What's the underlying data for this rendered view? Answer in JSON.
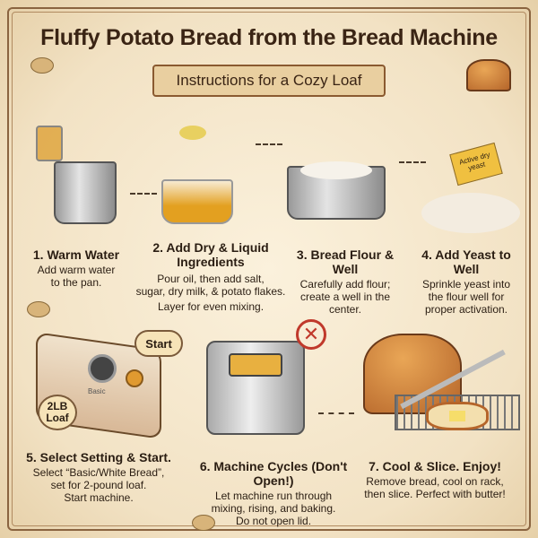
{
  "title": "Fluffy Potato Bread from the Bread Machine",
  "subtitle": "Instructions for a Cozy Loaf",
  "steps": [
    {
      "heading": "1. Warm Water",
      "text": [
        "Add warm water",
        "to the pan."
      ]
    },
    {
      "heading": "2. Add Dry & Liquid Ingredients",
      "text": [
        "Pour oil, then add salt,",
        "sugar, dry milk, & potato flakes.",
        "Layer for even mixing."
      ]
    },
    {
      "heading": "3. Bread Flour & Well",
      "text": [
        "Carefully add flour;",
        "create a well in the",
        "center."
      ]
    },
    {
      "heading": "4. Add Yeast to Well",
      "text": [
        "Sprinkle yeast into",
        "the flour well for",
        "proper activation."
      ]
    },
    {
      "heading": "5. Select Setting & Start.",
      "text": [
        "Select “Basic/White Bread”,",
        "set for 2-pound loaf.",
        "Start machine."
      ]
    },
    {
      "heading": "6. Machine Cycles (Don't Open!)",
      "text": [
        "Let machine run through",
        "mixing, rising, and baking.",
        "Do not open lid."
      ]
    },
    {
      "heading": "7. Cool & Slice. Enjoy!",
      "text": [
        "Remove bread, cool on rack,",
        "then slice. Perfect with butter!"
      ]
    }
  ],
  "labels": {
    "yeast_packet": "Active dry yeast",
    "start_callout": "Start",
    "loaf_callout": "2LB Loaf",
    "basic_button": "Basic"
  },
  "colors": {
    "parchment": "#f4e7cd",
    "border": "#8a6440",
    "text": "#2a1d12"
  }
}
